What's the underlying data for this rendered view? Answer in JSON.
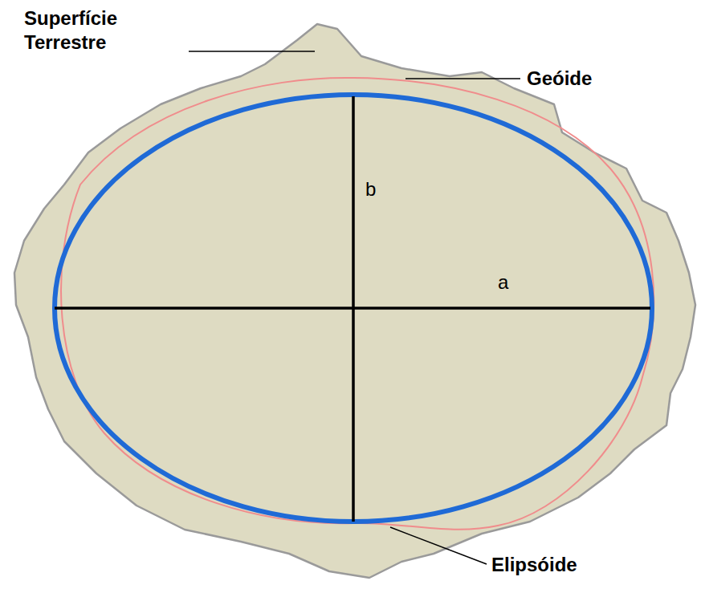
{
  "diagram": {
    "labels": [
      "Superfície Terrestre",
      "Geóide",
      "b",
      "a",
      "Elipsóide"
    ]
  }
}
